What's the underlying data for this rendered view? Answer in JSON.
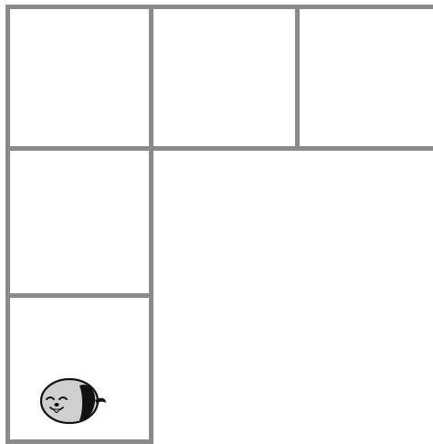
{
  "board": {
    "cells": [
      {
        "id": "r0c0",
        "row": 0,
        "col": 0
      },
      {
        "id": "r0c1",
        "row": 0,
        "col": 1
      },
      {
        "id": "r0c2",
        "row": 0,
        "col": 2
      },
      {
        "id": "r1c0",
        "row": 1,
        "col": 0
      },
      {
        "id": "r2c0",
        "row": 2,
        "col": 0
      }
    ],
    "border_color": "#8a8a8a",
    "background_color": "#ffffff"
  },
  "player": {
    "icon": "dog-icon",
    "cell": "r2c0",
    "color_body": "#cfcfcf",
    "color_ear": "#111111",
    "color_tongue": "#e9a0a0"
  }
}
